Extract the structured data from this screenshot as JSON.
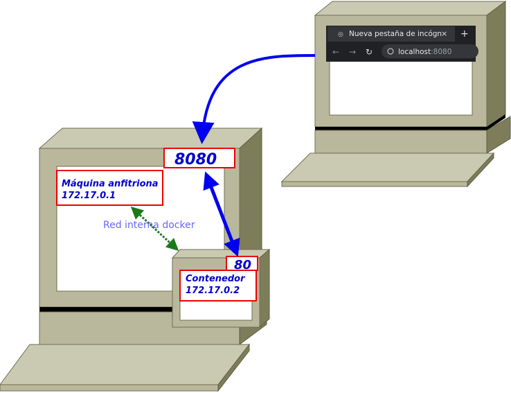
{
  "browser": {
    "tab_title": "Nueva pestaña de incógn",
    "new_tab_symbol": "+",
    "close_symbol": "×",
    "url_host": "localhost",
    "url_port": ":8080"
  },
  "host_machine": {
    "title": "Máquina anfitriona",
    "ip": "172.17.0.1",
    "port_label": "8080"
  },
  "container": {
    "title": "Contenedor",
    "ip": "172.17.0.2",
    "port_label": "80"
  },
  "network_label": "Red interna docker",
  "colors": {
    "monitor_face": "#b9b89c",
    "monitor_top": "#cacab3",
    "monitor_side": "#7e7d5a",
    "arrow_blue": "#0000ee",
    "network_green": "#1a7a1a",
    "label_border": "#ee0000",
    "label_text": "#0000cc",
    "network_text": "#6666ff",
    "browser_bg": "#202124"
  }
}
